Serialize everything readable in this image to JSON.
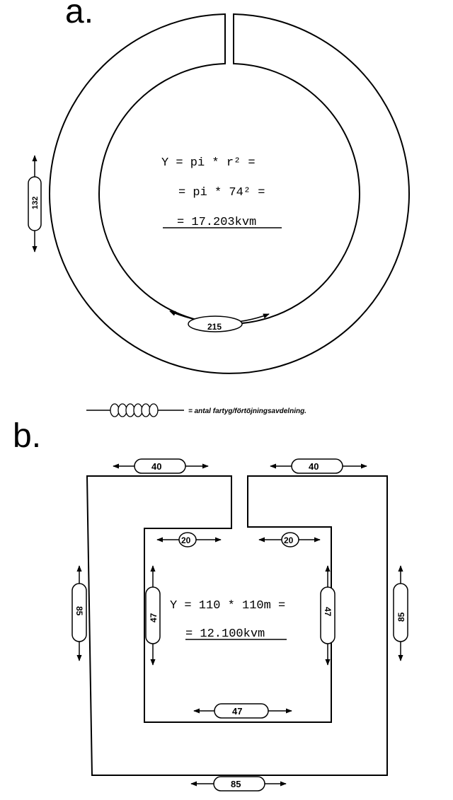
{
  "panel_a": {
    "letter": "a.",
    "formula": {
      "line1": "Y = pi * r² =",
      "line2": "= pi * 74² =",
      "line3": "= 17.203kvm"
    },
    "outer_count": "132",
    "inner_count": "215"
  },
  "legend": {
    "text": "= antal fartyg/förtöjningsavdelning."
  },
  "panel_b": {
    "letter": "b.",
    "formula": {
      "line1": "Y = 110 * 110m =",
      "line2": "= 12.100kvm"
    },
    "top_left_count": "40",
    "top_right_count": "40",
    "inner_top_left_count": "20",
    "inner_top_right_count": "20",
    "inner_left_count": "47",
    "inner_right_count": "47",
    "inner_bottom_count": "47",
    "outer_left_count": "85",
    "outer_right_count": "85",
    "outer_bottom_count": "85"
  }
}
